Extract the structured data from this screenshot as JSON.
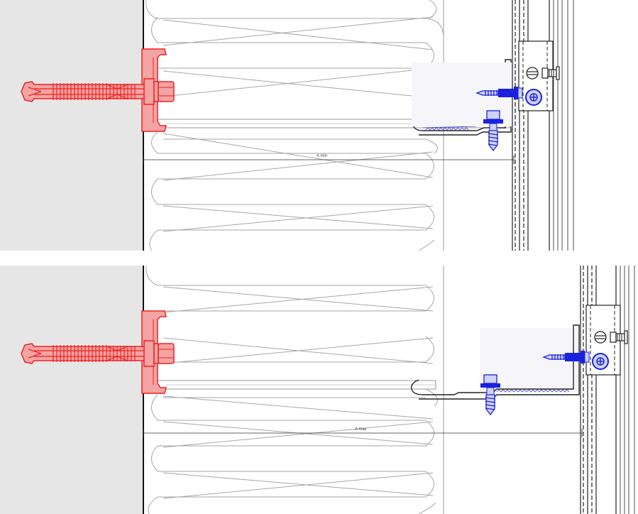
{
  "panels": [
    {
      "id": "top",
      "dimension_label": "A min"
    },
    {
      "id": "bottom",
      "dimension_label": "A max"
    }
  ],
  "colors": {
    "wall": "#e6e6e6",
    "anchor": "#ee2222",
    "anchor_fill": "#f4a4a4",
    "screw": "#1a22dd",
    "insulation": "#a6a6a6",
    "line": "#222222"
  },
  "icons": [
    "wall-plug-anchor-icon",
    "self-drilling-screw-icon",
    "rivet-icon"
  ]
}
